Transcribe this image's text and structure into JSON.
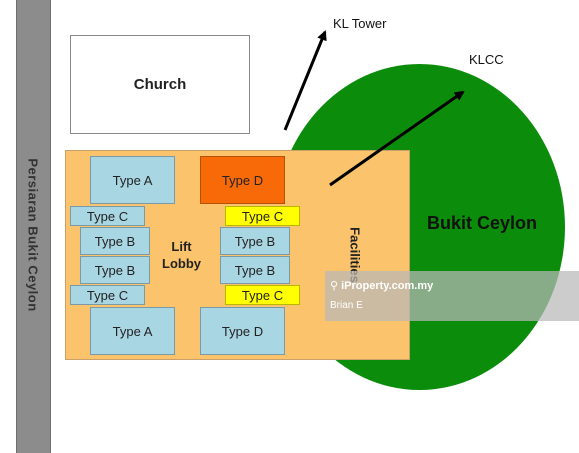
{
  "road": {
    "label": "Persiaran Bukit Ceylon"
  },
  "church": {
    "label": "Church"
  },
  "area": {
    "label": "Bukit Ceylon"
  },
  "arrows": {
    "kl_tower": "KL Tower",
    "klcc": "KLCC"
  },
  "building": {
    "lobby_line1": "Lift",
    "lobby_line2": "Lobby",
    "facilities": "Facilities",
    "units": {
      "left_top_a": "Type A",
      "left_c1": "Type C",
      "left_b1": "Type B",
      "left_b2": "Type B",
      "left_c2": "Type C",
      "left_bottom_a": "Type A",
      "right_top_d": "Type D",
      "right_c1": "Type C",
      "right_b1": "Type B",
      "right_b2": "Type B",
      "right_c2": "Type C",
      "right_bottom_d": "Type D"
    }
  },
  "watermark": {
    "brand": "iProperty.com.my",
    "agent": "Brian E"
  },
  "colors": {
    "road": "#8c8c8c",
    "circle": "#0b8d0b",
    "building": "#fbc36b",
    "unit": "#a9d6e3",
    "highlight_yellow": "#ffff00",
    "highlight_orange": "#f86a08"
  }
}
